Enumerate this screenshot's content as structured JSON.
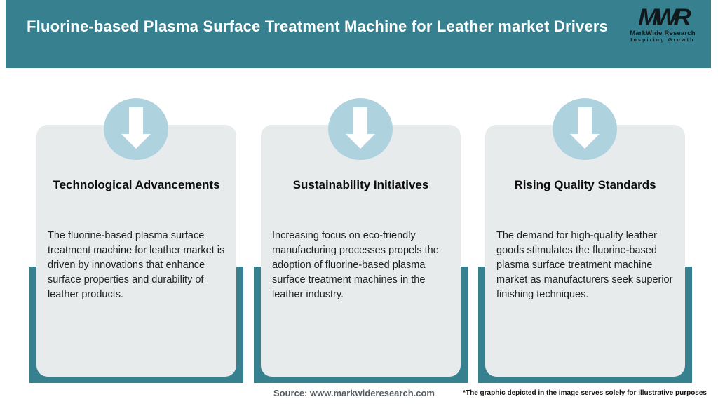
{
  "header": {
    "title": "Fluorine-based Plasma Surface Treatment Machine for Leather market Drivers",
    "logo": {
      "acronym": "MWR",
      "name": "MarkWide Research",
      "tagline": "Inspiring Growth"
    }
  },
  "cards": [
    {
      "title": "Technological Advancements",
      "body": "The fluorine-based plasma surface treatment machine for leather market is driven by innovations that enhance surface properties and durability of leather products."
    },
    {
      "title": "Sustainability Initiatives",
      "body": "Increasing focus on eco-friendly manufacturing processes propels the adoption of fluorine-based plasma surface treatment machines in the leather industry."
    },
    {
      "title": "Rising Quality Standards",
      "body": "The demand for high-quality leather goods stimulates the fluorine-based plasma surface treatment machine market as manufacturers seek superior finishing techniques."
    }
  ],
  "footer": {
    "source": "Source: www.markwideresearch.com",
    "disclaimer": "*The graphic depicted in the image serves solely for illustrative purposes"
  },
  "icons": [
    "arrow-down-icon",
    "arrow-down-icon",
    "arrow-down-icon"
  ],
  "colors": {
    "header_teal": "#36808F",
    "panel_teal": "#36808F",
    "circle_blue": "#AFD2DF",
    "card_gray": "#E8EBEC",
    "title_white": "#FFFFFF",
    "text_dark": "#212121",
    "source_gray": "#575C60"
  }
}
